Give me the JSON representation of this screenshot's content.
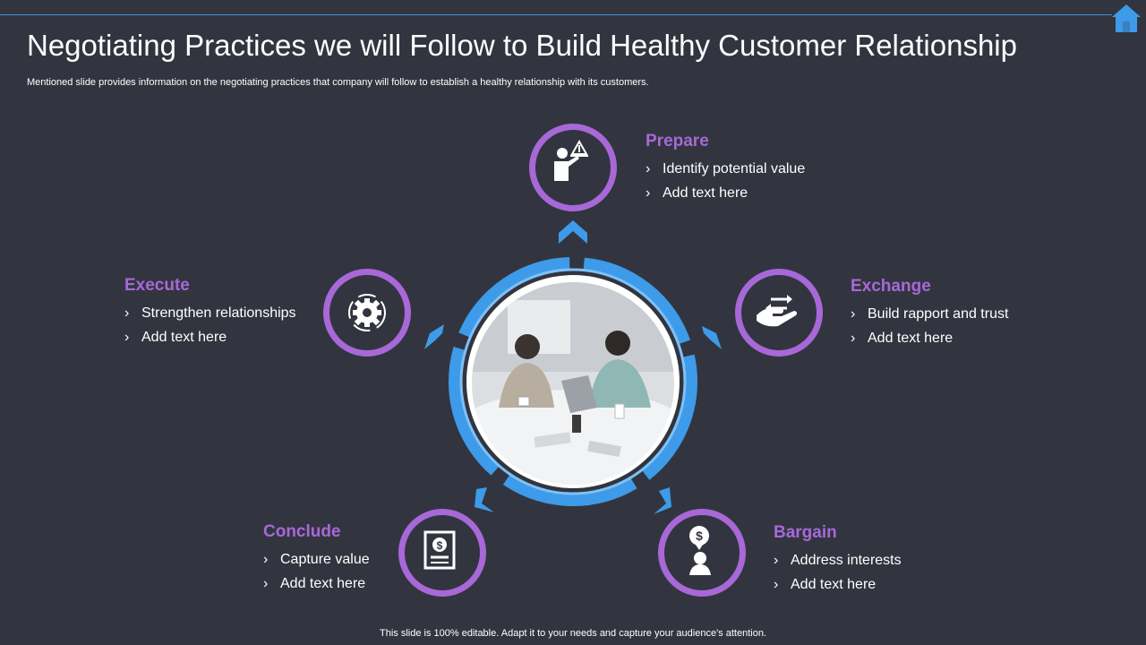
{
  "header": {
    "title": "Negotiating Practices we will Follow to Build Healthy Customer Relationship",
    "subtitle": "Mentioned slide provides information on the negotiating practices that company will follow to establish a healthy relationship with its customers."
  },
  "footer": {
    "note": "This slide is 100% editable. Adapt it to your needs and capture your audience's attention."
  },
  "colors": {
    "background": "#32353f",
    "accent_purple": "#a868d8",
    "accent_blue": "#3d9be9",
    "text": "#ffffff"
  },
  "steps": [
    {
      "key": "prepare",
      "title": "Prepare",
      "icon": "presenter-icon",
      "items": [
        "Identify potential value",
        "Add text here"
      ]
    },
    {
      "key": "exchange",
      "title": "Exchange",
      "icon": "hand-exchange-icon",
      "items": [
        "Build rapport and trust",
        "Add text here"
      ]
    },
    {
      "key": "bargain",
      "title": "Bargain",
      "icon": "person-dollar-icon",
      "items": [
        "Address interests",
        "Add text here"
      ]
    },
    {
      "key": "conclude",
      "title": "Conclude",
      "icon": "dollar-certificate-icon",
      "items": [
        "Capture value",
        "Add text here"
      ]
    },
    {
      "key": "execute",
      "title": "Execute",
      "icon": "gear-cycle-icon",
      "items": [
        "Strengthen relationships",
        "Add text here"
      ]
    }
  ],
  "bullet_glyph": "›",
  "center_photo": "meeting-photo"
}
